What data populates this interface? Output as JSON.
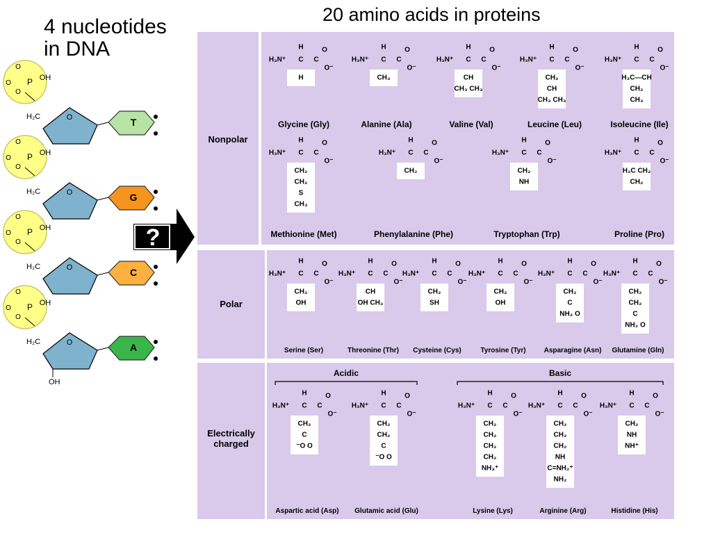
{
  "left": {
    "title_line1": "4 nucleotides",
    "title_line2": "in DNA",
    "phosphate_atoms": {
      "o": "O",
      "p": "P",
      "oh": "OH"
    },
    "h2c": "H₂C",
    "ring_o": "O",
    "tail_oh": "OH",
    "bases": [
      "T",
      "G",
      "C",
      "A"
    ],
    "base_colors": [
      "#b7e3a6",
      "#f7941d",
      "#fbb040",
      "#39b54a"
    ]
  },
  "arrow": {
    "symbol": "?"
  },
  "right": {
    "title": "20 amino acids in proteins"
  },
  "groups": {
    "nonpolar": "Nonpolar",
    "polar": "Polar",
    "charged_line1": "Electrically",
    "charged_line2": "charged",
    "acidic": "Acidic",
    "basic": "Basic"
  },
  "backbone": {
    "h3n": "H₃N⁺",
    "c": "C",
    "h": "H",
    "o": "O",
    "o_minus": "O⁻"
  },
  "amino_acids": {
    "nonpolar": [
      {
        "name": "Glycine (Gly)",
        "side": [
          "H"
        ]
      },
      {
        "name": "Alanine (Ala)",
        "side": [
          "CH₃"
        ]
      },
      {
        "name": "Valine (Val)",
        "side": [
          "CH",
          "CH₃   CH₃"
        ]
      },
      {
        "name": "Leucine (Leu)",
        "side": [
          "CH₂",
          "CH",
          "CH₃   CH₃"
        ]
      },
      {
        "name": "Isoleucine (Ile)",
        "side": [
          "H₃C—CH",
          "CH₂",
          "CH₃"
        ]
      },
      {
        "name": "Methionine (Met)",
        "side": [
          "CH₂",
          "CH₂",
          "S",
          "CH₃"
        ]
      },
      {
        "name": "Phenylalanine (Phe)",
        "side": [
          "CH₂"
        ]
      },
      {
        "name": "Tryptophan (Trp)",
        "side": [
          "CH₂",
          "NH"
        ]
      },
      {
        "name": "Proline (Pro)",
        "side": [
          "H₂C    CH₂",
          "CH₂"
        ]
      }
    ],
    "polar": [
      {
        "name": "Serine (Ser)",
        "side": [
          "CH₂",
          "OH"
        ]
      },
      {
        "name": "Threonine (Thr)",
        "side": [
          "CH",
          "OH   CH₃"
        ]
      },
      {
        "name": "Cysteine (Cys)",
        "side": [
          "CH₂",
          "SH"
        ]
      },
      {
        "name": "Tyrosine (Tyr)",
        "side": [
          "CH₂",
          "OH"
        ]
      },
      {
        "name": "Asparagine (Asn)",
        "side": [
          "CH₂",
          "C",
          "NH₂   O"
        ]
      },
      {
        "name": "Glutamine (Gln)",
        "side": [
          "CH₂",
          "CH₂",
          "C",
          "NH₂   O"
        ]
      }
    ],
    "charged": [
      {
        "name": "Aspartic acid (Asp)",
        "side": [
          "CH₂",
          "C",
          "⁻O   O"
        ]
      },
      {
        "name": "Glutamic acid (Glu)",
        "side": [
          "CH₂",
          "CH₂",
          "C",
          "⁻O   O"
        ]
      },
      {
        "name": "Lysine (Lys)",
        "side": [
          "CH₂",
          "CH₂",
          "CH₂",
          "CH₂",
          "NH₃⁺"
        ]
      },
      {
        "name": "Arginine (Arg)",
        "side": [
          "CH₂",
          "CH₂",
          "CH₂",
          "NH",
          "C=NH₂⁺",
          "NH₂"
        ]
      },
      {
        "name": "Histidine (His)",
        "side": [
          "CH₂",
          "NH",
          "NH⁺"
        ]
      }
    ]
  },
  "colors": {
    "panel": "#d9c9ea",
    "arrow": "#000000"
  }
}
